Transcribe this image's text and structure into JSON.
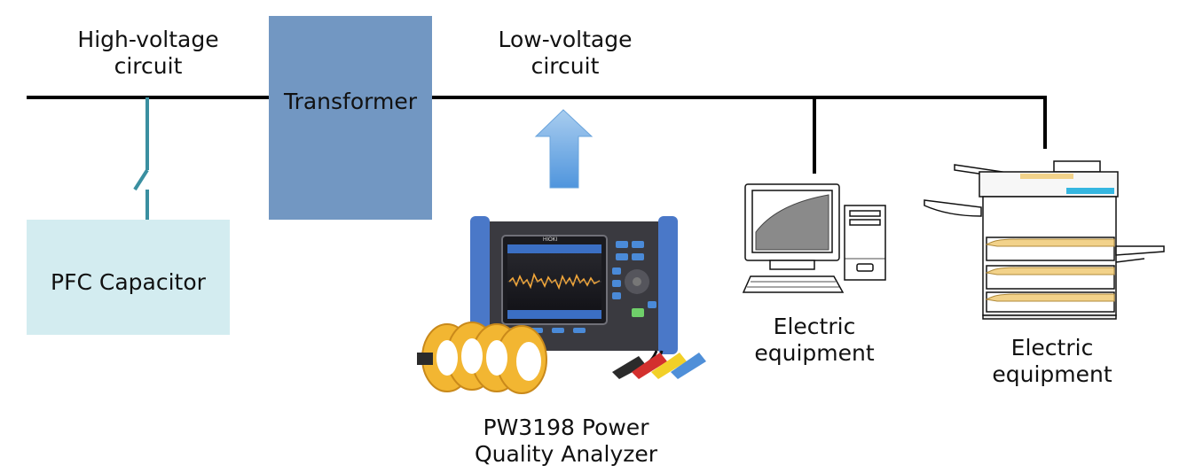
{
  "labels": {
    "high_voltage_1": "High-voltage",
    "high_voltage_2": "circuit",
    "low_voltage_1": "Low-voltage",
    "low_voltage_2": "circuit",
    "transformer": "Transformer",
    "pfc": "PFC Capacitor",
    "analyzer_1": "PW3198 Power",
    "analyzer_2": "Quality Analyzer",
    "equip1_1": "Electric",
    "equip1_2": "equipment",
    "equip2_1": "Electric",
    "equip2_2": "equipment",
    "device_brand": "HIOKI"
  },
  "colors": {
    "bus_line": "#000000",
    "feeder_line": "#3a8fa0",
    "transformer_fill": "#7297c2",
    "pfc_fill": "#d3ecf0",
    "arrow_top": "#a9cdef",
    "arrow_bottom": "#4f95dd",
    "device_body": "#3a3a40",
    "device_side": "#4a78c8",
    "clamp_yellow": "#f2b632"
  },
  "icons": {
    "computer": "desktop-computer-icon",
    "printer": "copier-icon",
    "analyzer": "power-analyzer-device"
  }
}
